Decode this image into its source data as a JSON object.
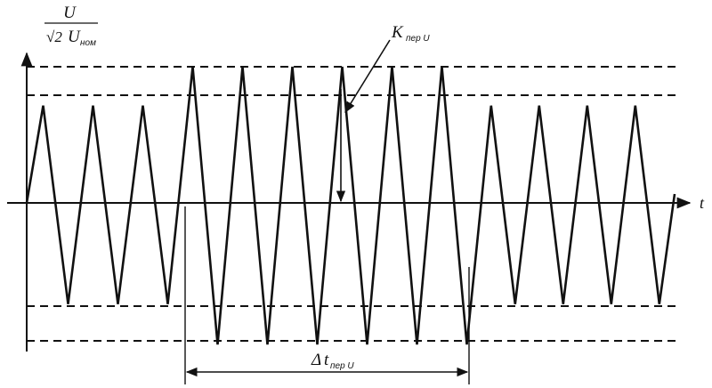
{
  "labels": {
    "y_num": "U",
    "y_den_root": "√2",
    "y_den_main": "U",
    "y_den_sub": "ном",
    "x_axis": "t",
    "k_main": "K",
    "k_sub": "пер U",
    "dt_delta": "Δ",
    "dt_main": "t",
    "dt_sub": "пер U"
  },
  "waveform": {
    "normal_amplitude": 1.0,
    "overvoltage_amplitude": 1.4,
    "normal_cycles_before": 3,
    "overvoltage_cycles": 6,
    "normal_cycles_after": 4
  },
  "colors": {
    "stroke": "#111111",
    "background": "#ffffff"
  }
}
